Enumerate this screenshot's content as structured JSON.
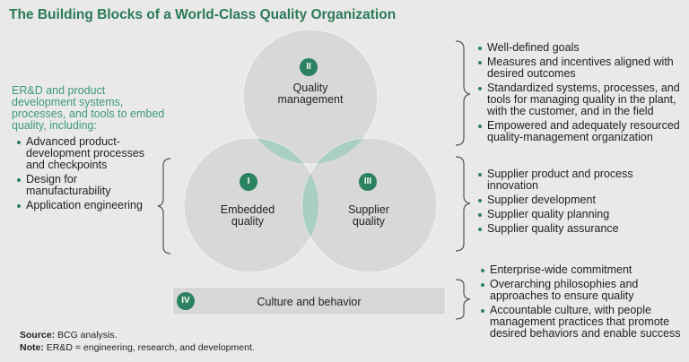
{
  "title": "The Building Blocks of a World-Class Quality Organization",
  "circles": {
    "quality_management": {
      "badge": "II",
      "line1": "Quality",
      "line2": "management"
    },
    "embedded_quality": {
      "badge": "I",
      "line1": "Embedded",
      "line2": "quality"
    },
    "supplier_quality": {
      "badge": "III",
      "line1": "Supplier",
      "line2": "quality"
    }
  },
  "culture": {
    "badge": "IV",
    "label": "Culture and behavior"
  },
  "left": {
    "heading": "ER&D and product development systems, processes, and tools to embed quality, including:",
    "items": [
      "Advanced product-development processes and checkpoints",
      "Design for manufacturability",
      "Application engineering"
    ]
  },
  "right_quality_management": [
    "Well-defined goals",
    "Measures and incentives aligned with desired outcomes",
    "Standardized systems, processes, and tools for managing quality in the plant, with the customer, and in the field",
    "Empowered and adequately resourced quality-management organization"
  ],
  "right_supplier": [
    "Supplier product and process innovation",
    "Supplier development",
    "Supplier quality planning",
    "Supplier quality assurance"
  ],
  "right_culture": [
    "Enterprise-wide commitment",
    "Overarching philosophies and approaches to ensure quality",
    "Accountable culture, with people management practices that promote desired behaviors and enable success"
  ],
  "footer": {
    "source_label": "Source:",
    "source": "BCG analysis.",
    "note_label": "Note:",
    "note": "ER&D = engineering, research, and development."
  },
  "colors": {
    "accent": "#2a8260",
    "title": "#2b7a56",
    "circle": "#d8d8d9",
    "overlap": "#a9cfc1"
  }
}
